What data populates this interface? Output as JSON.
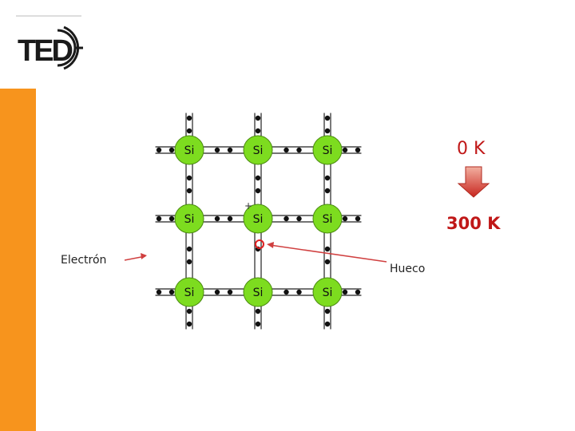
{
  "logo": {
    "text": "TED"
  },
  "lattice": {
    "atom_symbol": "Si",
    "atom_color": "#7ddc1f"
  },
  "labels": {
    "temp_low": "0 K",
    "temp_high": "300 K",
    "electron": "Electrón",
    "hole": "Hueco",
    "plus": "+"
  },
  "colors": {
    "accent_orange": "#f7941d",
    "arrow_red": "#d9342b",
    "pointer_red": "#d04040",
    "hole_red": "#e02020"
  }
}
